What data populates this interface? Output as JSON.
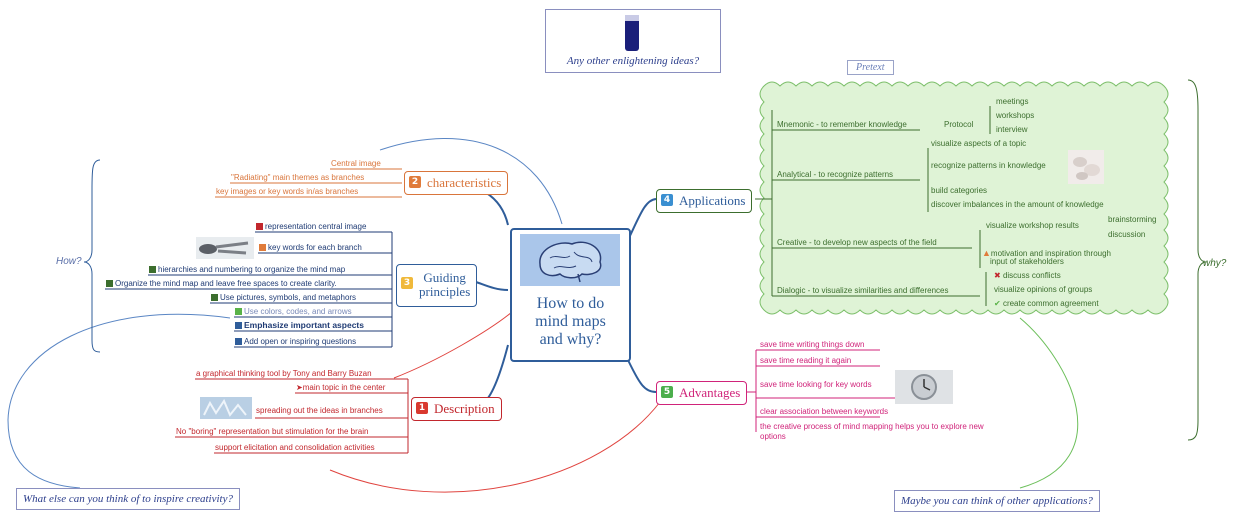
{
  "center": {
    "title_line1": "How to do",
    "title_line2": "mind maps",
    "title_line3": "and why?"
  },
  "top_box": {
    "caption": "Any other enlightening ideas?"
  },
  "bottom_left_box": {
    "caption": "What else can you think of to inspire creativity?"
  },
  "bottom_right_box": {
    "caption": "Maybe you can think of other applications?"
  },
  "pretext_label": "Pretext",
  "how_label": "How?",
  "why_label": "why?",
  "characteristics": {
    "title": "characteristics",
    "items": [
      "Central image",
      "\"Radiating\" main themes as branches",
      "key images or key words in/as branches"
    ]
  },
  "guiding": {
    "title_line1": "Guiding",
    "title_line2": "principles",
    "items": [
      "representation central image",
      "key words for each branch",
      "hierarchies and numbering to organize the mind map",
      "Organize the mind map  and leave free spaces to create clarity.",
      "Use pictures, symbols, and metaphors",
      "Use colors, codes, and arrows",
      "Emphasize important aspects",
      "Add open or inspiring questions"
    ]
  },
  "description": {
    "title": "Description",
    "items": [
      "a graphical thinking tool by Tony and Barry Buzan",
      "main topic in the center",
      "spreading out the ideas in branches",
      "No \"boring\" representation but stimulation for the brain",
      "support elicitation and consolidation activities"
    ]
  },
  "applications": {
    "title": "Applications",
    "mnemonic": "Mnemonic - to remember knowledge",
    "protocol": "Protocol",
    "protocol_items": [
      "meetings",
      "workshops",
      "interview"
    ],
    "analytical": "Analytical - to recognize patterns",
    "analytical_items": [
      "visualize aspects of a topic",
      "recognize patterns in knowledge",
      "build categories",
      "discover imbalances in the amount of knowledge"
    ],
    "creative": "Creative - to develop new aspects of the field",
    "creative_items": [
      "visualize workshop results",
      "motivation and inspiration through",
      "input of stakeholders"
    ],
    "creative_sub": [
      "brainstorming",
      "discussion"
    ],
    "dialogic": "Dialogic - to visualize similarities and differences",
    "dialogic_items": [
      "discuss conflicts",
      "visualize opinions of groups",
      "create common agreement"
    ]
  },
  "advantages": {
    "title": "Advantages",
    "items": [
      "save time writing things down",
      "save time reading it again",
      "save time looking for key words",
      "clear association between keywords",
      "the creative process of mind mapping helps you to explore new",
      "options"
    ]
  },
  "colors": {
    "orange": "#d9753b",
    "blue": "#1f3b74",
    "red": "#c2272d",
    "green": "#3c6e2e",
    "magenta": "#d0237a",
    "center_border": "#2f5d9a"
  },
  "icons": [
    "brain-image",
    "blue-vial-image",
    "keys-image",
    "crystals-image",
    "clock-image",
    "stones-image"
  ]
}
